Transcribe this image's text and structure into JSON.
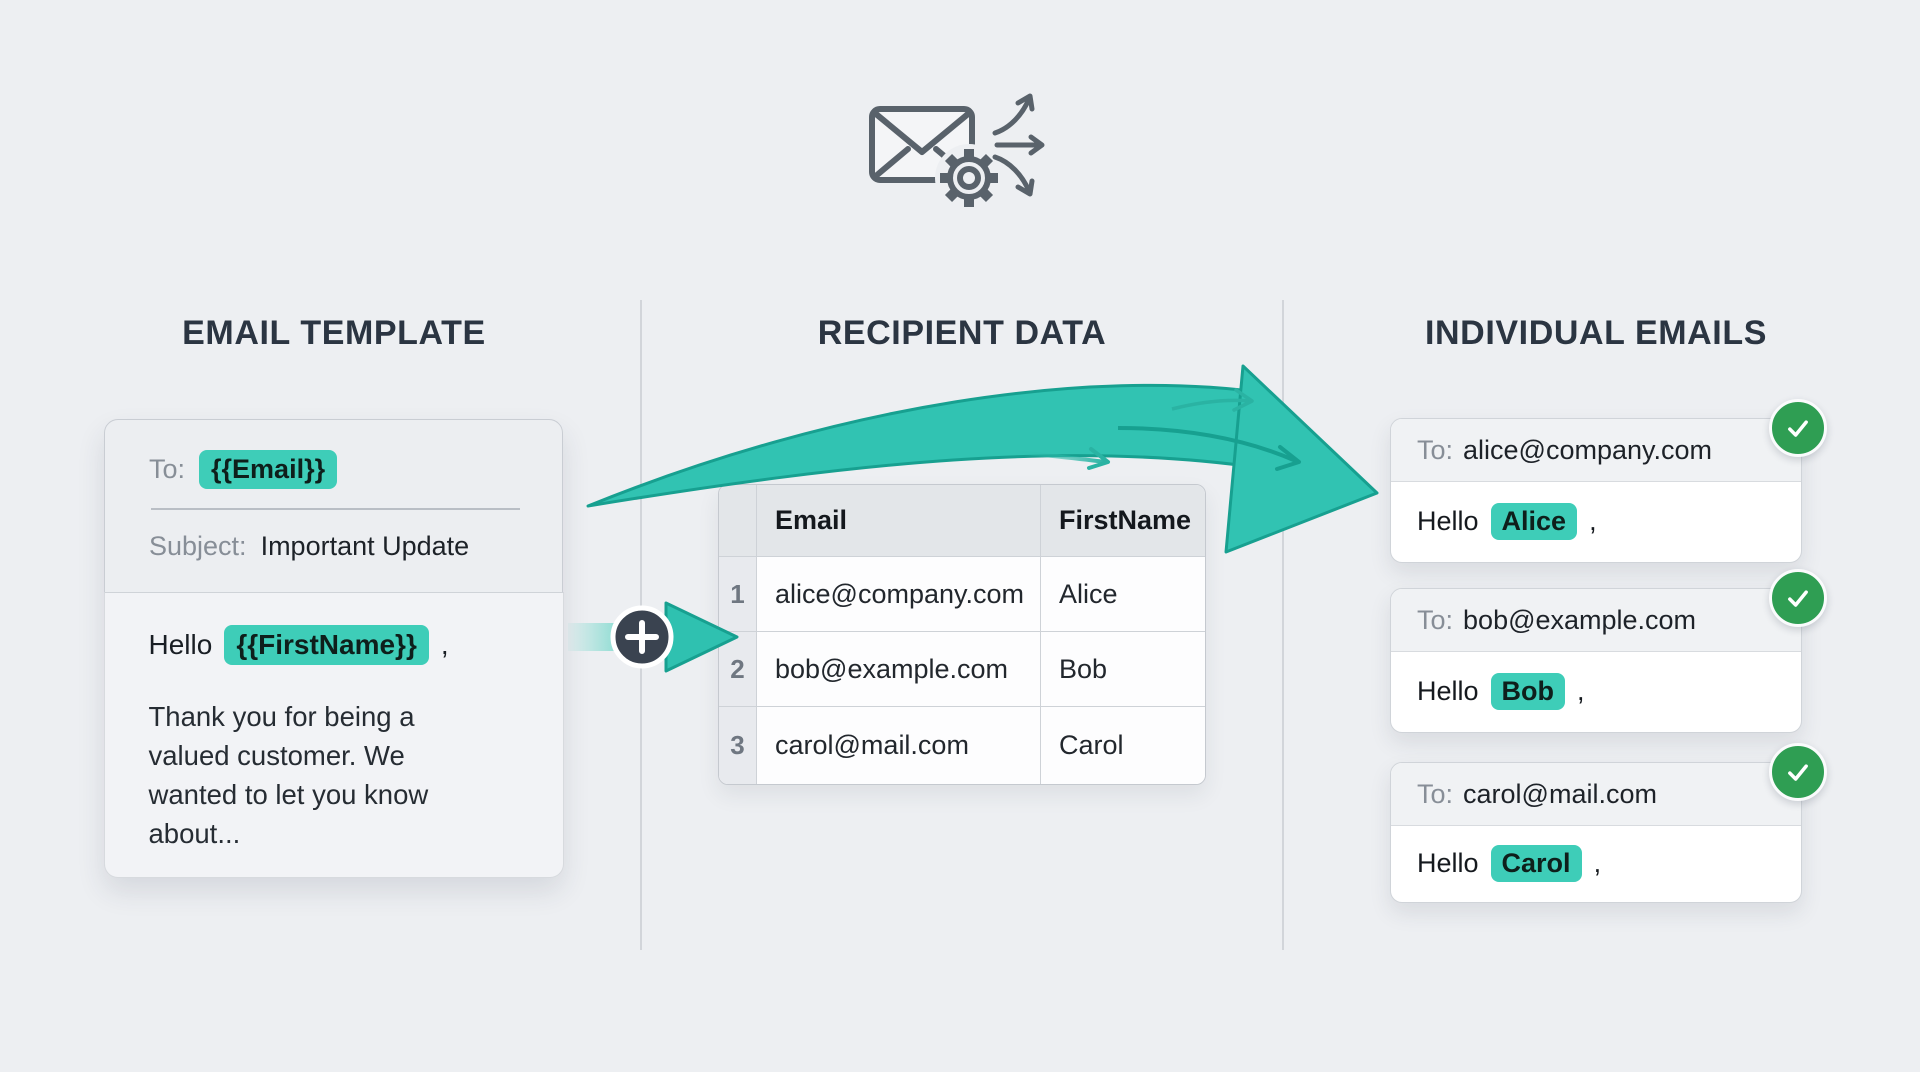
{
  "headings": {
    "template": "EMAIL TEMPLATE",
    "recipients": "RECIPIENT DATA",
    "outputs": "INDIVIDUAL EMAILS"
  },
  "template_card": {
    "to_label": "To:",
    "to_token": "{{Email}}",
    "subject_label": "Subject:",
    "subject_value": "Important Update",
    "greeting_prefix": "Hello",
    "greeting_token": "{{FirstName}}",
    "greeting_suffix": ",",
    "body_text": "Thank you for being a valued customer. We wanted to let you know about..."
  },
  "recipient_table": {
    "headers": {
      "email": "Email",
      "first_name": "FirstName"
    },
    "rows": [
      {
        "num": "1",
        "email": "alice@company.com",
        "first_name": "Alice"
      },
      {
        "num": "2",
        "email": "bob@example.com",
        "first_name": "Bob"
      },
      {
        "num": "3",
        "email": "carol@mail.com",
        "first_name": "Carol"
      }
    ]
  },
  "individual_emails": [
    {
      "to_label": "To:",
      "to_value": "alice@company.com",
      "greeting_prefix": "Hello",
      "name_token": "Alice",
      "greeting_suffix": ","
    },
    {
      "to_label": "To:",
      "to_value": "bob@example.com",
      "greeting_prefix": "Hello",
      "name_token": "Bob",
      "greeting_suffix": ","
    },
    {
      "to_label": "To:",
      "to_value": "carol@mail.com",
      "greeting_prefix": "Hello",
      "name_token": "Carol",
      "greeting_suffix": ","
    }
  ],
  "icons": {
    "header": "envelope-gear-fanout",
    "merge_step": "plus-in-circle",
    "status": "check-circle"
  },
  "colors": {
    "background": "#EDEFF2",
    "heading_text": "#2B3542",
    "accent_teal_highlight": "#3ECDB8",
    "arrow_teal_fill": "#31C3B2",
    "arrow_teal_outline": "#17A090",
    "plus_badge_bg": "#3A4350",
    "success_green": "#2F9E53",
    "icon_stroke": "#59626B"
  }
}
